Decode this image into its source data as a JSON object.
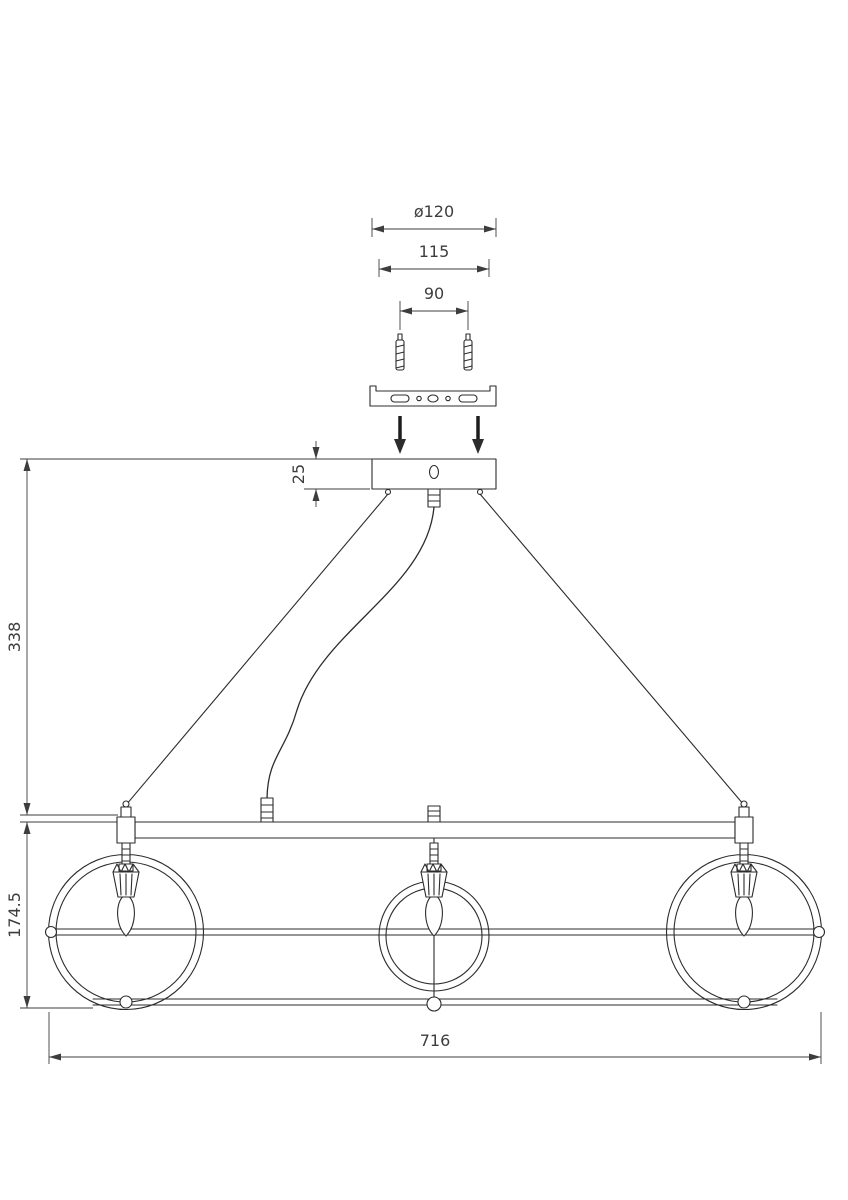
{
  "dimensions": {
    "canopy_diameter": "ø120",
    "bracket_length": "115",
    "mounting_hole_spacing": "90",
    "canopy_height": "25",
    "suspension_drop": "338",
    "fixture_body_height": "174.5",
    "overall_width": "716"
  },
  "colors": {
    "background": "#ffffff",
    "line": "#2c2c2c",
    "dimension": "#3d3d3d"
  }
}
